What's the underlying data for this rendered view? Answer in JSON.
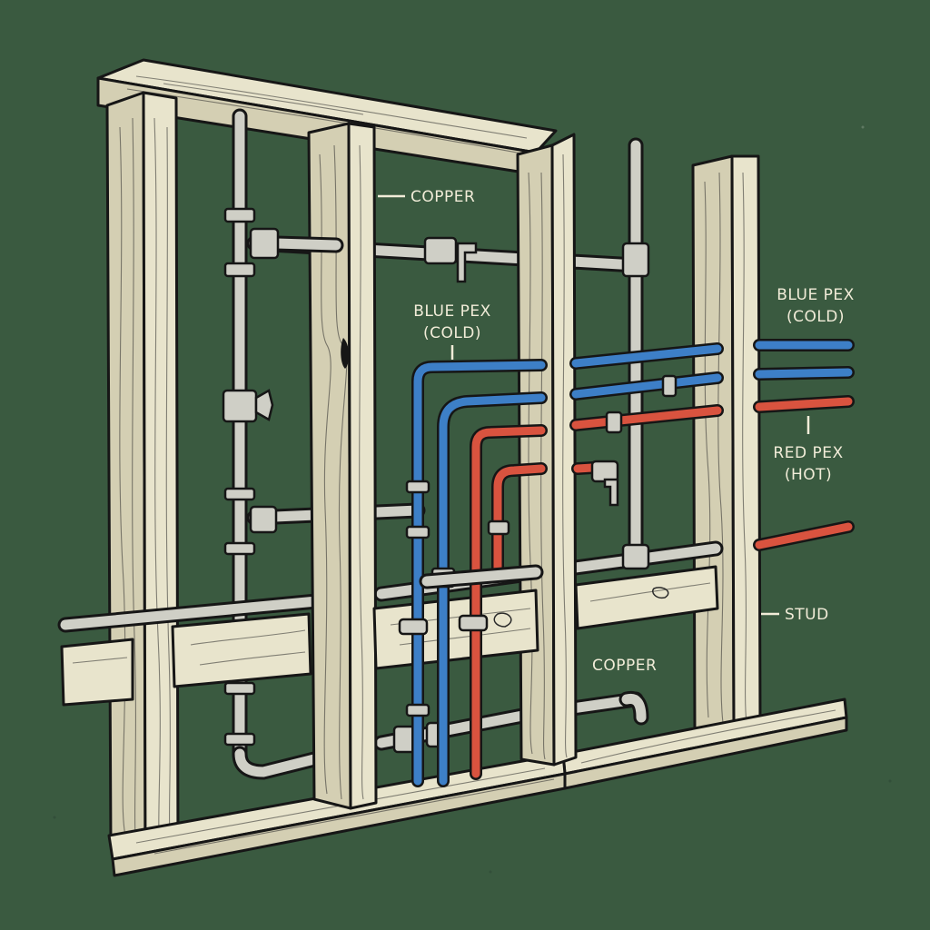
{
  "labels": {
    "copper_top": "COPPER",
    "blue_pex_mid_line1": "BLUE PEX",
    "blue_pex_mid_line2": "(COLD)",
    "blue_pex_right_line1": "BLUE PEX",
    "blue_pex_right_line2": "(COLD)",
    "red_pex_line1": "RED PEX",
    "red_pex_line2": "(HOT)",
    "stud": "STUD",
    "copper_bottom": "COPPER"
  },
  "colors": {
    "background": "#3a5a40",
    "wood": "#e8e4cc",
    "outline": "#161616",
    "copper_pipe": "#cfcfc6",
    "blue_pex": "#3d7fc7",
    "red_pex": "#d9533f",
    "label_text": "#f1ecd8"
  }
}
